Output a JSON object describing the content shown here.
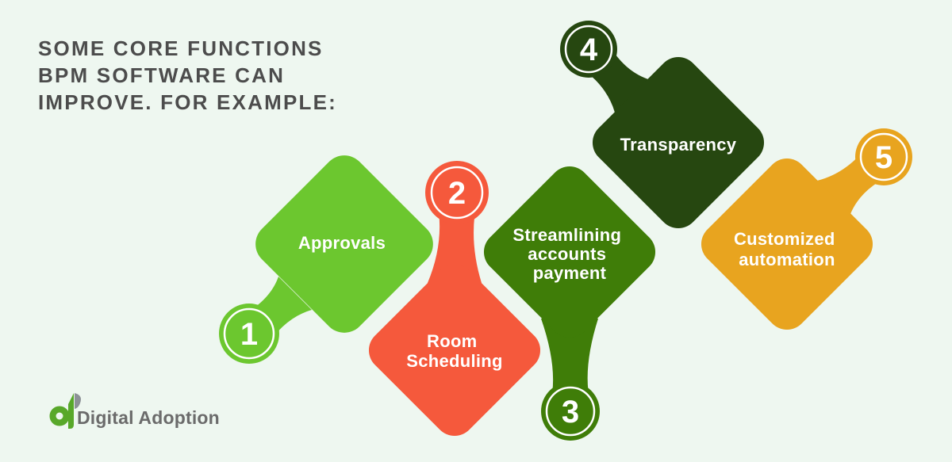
{
  "background": "#eef7f0",
  "title": {
    "lines": [
      "SOME CORE FUNCTIONS",
      "BPM SOFTWARE CAN",
      "IMPROVE. FOR EXAMPLE:"
    ],
    "color": "#4c4c4c"
  },
  "items": [
    {
      "number": "1",
      "label": "Approvals",
      "label_lines": [
        "Approvals"
      ],
      "color": "#6cc72f"
    },
    {
      "number": "2",
      "label": "Room Scheduling",
      "label_lines": [
        "Room",
        "Scheduling"
      ],
      "color": "#f5593c"
    },
    {
      "number": "3",
      "label": "Streamlining accounts payment",
      "label_lines": [
        "Streamlining",
        "accounts",
        "payment"
      ],
      "color": "#3f7d08"
    },
    {
      "number": "4",
      "label": "Transparency",
      "label_lines": [
        "Transparency"
      ],
      "color": "#264710"
    },
    {
      "number": "5",
      "label": "Customized automation",
      "label_lines": [
        "Customized",
        "automation"
      ],
      "color": "#e8a41f"
    }
  ],
  "logo": {
    "text": "Digital Adoption",
    "icon_green": "#58a82a",
    "icon_gray": "#8c9196",
    "text_color": "#6b6b6b"
  },
  "text_on_shapes_color": "#ffffff"
}
